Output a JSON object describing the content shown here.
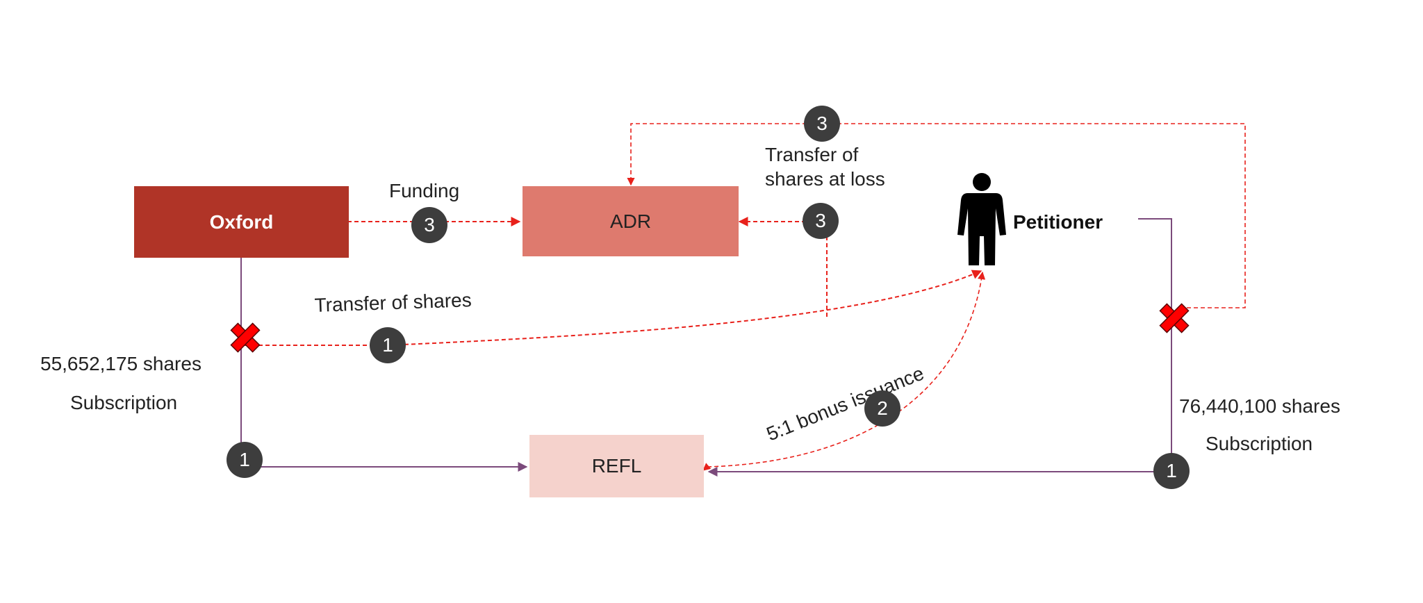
{
  "entities": {
    "oxford": "Oxford",
    "adr": "ADR",
    "refl": "REFL",
    "petitioner": "Petitioner"
  },
  "labels": {
    "funding": "Funding",
    "transfer_at_loss_line1": "Transfer of",
    "transfer_at_loss_line2": "shares at loss",
    "transfer_of_shares": "Transfer of shares",
    "oxford_shares": "55,652,175 shares",
    "oxford_subscription": "Subscription",
    "petitioner_shares": "76,440,100 shares",
    "petitioner_subscription": "Subscription",
    "bonus_issuance": "5:1 bonus issuance"
  },
  "steps": {
    "funding": "3",
    "transfer_at_loss": "3",
    "top_loop": "3",
    "transfer_shares": "1",
    "bonus": "2",
    "oxford_subscription": "1",
    "petitioner_subscription": "1"
  },
  "colors": {
    "oxford_fill": "#b03427",
    "adr_fill": "#de7a6e",
    "refl_fill": "#f5d2cc",
    "red_flow": "#e8211b",
    "purple_flow": "#7b4a7b",
    "badge": "#3d3d3d",
    "cross": "#ff0000"
  },
  "icons": {
    "blocked": "cross-icon",
    "person": "person-icon"
  }
}
